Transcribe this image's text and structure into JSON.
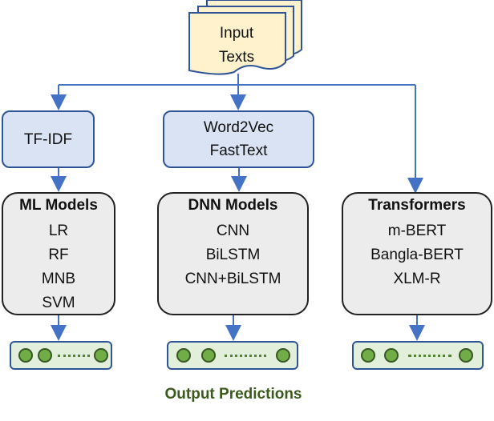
{
  "input": {
    "line1": "Input",
    "line2": "Texts"
  },
  "features": [
    {
      "line1": "TF-IDF"
    },
    {
      "line1": "Word2Vec",
      "line2": "FastText"
    }
  ],
  "models": [
    {
      "title": "ML Models",
      "items": [
        "LR",
        "RF",
        "MNB",
        "SVM"
      ]
    },
    {
      "title": "DNN Models",
      "items": [
        "CNN",
        "BiLSTM",
        "CNN+BiLSTM"
      ]
    },
    {
      "title": "Transformers",
      "items": [
        "m-BERT",
        "Bangla-BERT",
        "XLM-R"
      ]
    }
  ],
  "output_label": "Output Predictions",
  "colors": {
    "arrow": "#4472c4",
    "feature_fill": "#dae3f3",
    "model_fill": "#ececec",
    "output_fill": "#e2efda",
    "dot": "#70ad47",
    "label": "#3a5a1c"
  }
}
